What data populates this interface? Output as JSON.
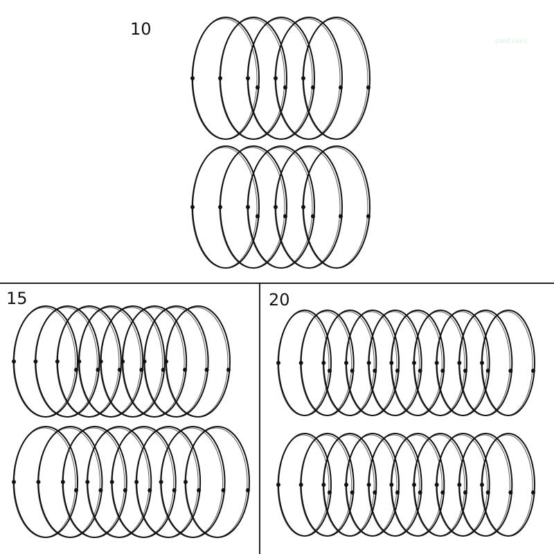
{
  "panels": {
    "top": {
      "count_label": "10"
    },
    "bottom_left": {
      "count_label": "15"
    },
    "bottom_right": {
      "count_label": "20"
    }
  },
  "watermark": "santines",
  "colors": {
    "background": "#ffffff",
    "cord": "#111111",
    "divider": "#222222",
    "watermark": "#d9f2dc"
  }
}
